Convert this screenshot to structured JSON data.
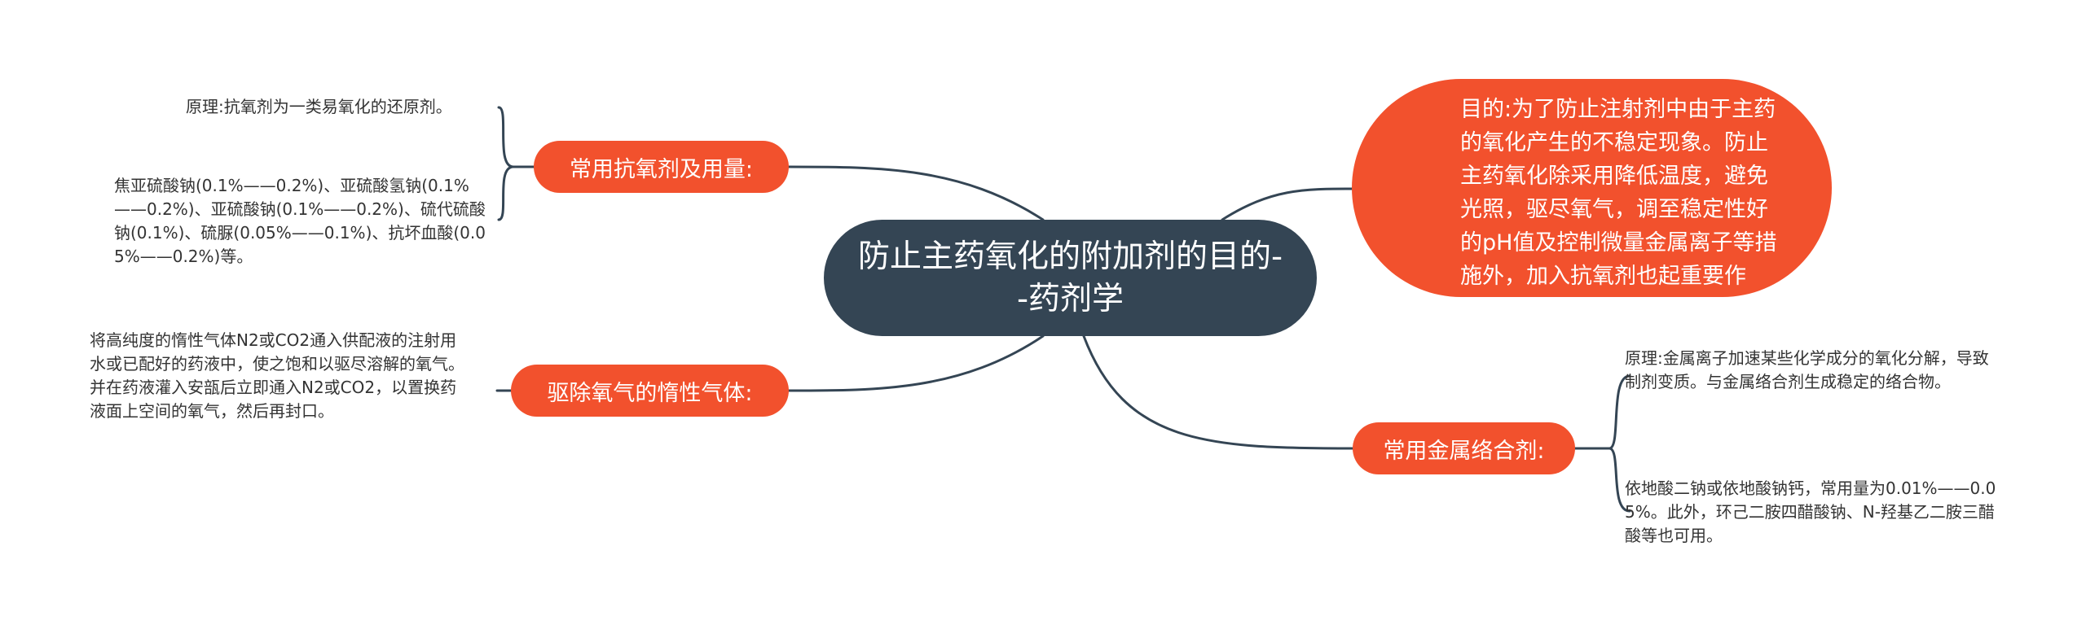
{
  "root": {
    "title": "防止主药氧化的附加剂的目的--药剂学"
  },
  "branches": {
    "antioxidants": {
      "label": "常用抗氧剂及用量:",
      "leaves": [
        "原理:抗氧剂为一类易氧化的还原剂。",
        "焦亚硫酸钠(0.1%——0.2%)、亚硫酸氢钠(0.1%——0.2%)、亚硫酸钠(0.1%——0.2%)、硫代硫酸钠(0.1%)、硫脲(0.05%——0.1%)、抗坏血酸(0.05%——0.2%)等。"
      ]
    },
    "inert_gas": {
      "label": "驱除氧气的惰性气体:",
      "leaves": [
        "将高纯度的惰性气体N2或CO2通入供配液的注射用水或已配好的药液中，使之饱和以驱尽溶解的氧气。并在药液灌入安瓿后立即通入N2或CO2，以置换药液面上空间的氧气，然后再封口。"
      ]
    },
    "purpose": {
      "text": "目的:为了防止注射剂中由于主药的氧化产生的不稳定现象。防止主药氧化除采用降低温度，避免光照，驱尽氧气，调至稳定性好的pH值及控制微量金属离子等措施外，加入抗氧剂也起重要作用。"
    },
    "chelators": {
      "label": "常用金属络合剂:",
      "leaves": [
        "原理:金属离子加速某些化学成分的氧化分解，导致制剂变质。与金属络合剂生成稳定的络合物。",
        "依地酸二钠或依地酸钠钙，常用量为0.01%——0.05%。此外，环己二胺四醋酸钠、N-羟基乙二胺三醋酸等也可用。"
      ]
    }
  },
  "colors": {
    "root": "#344554",
    "branch": "#f2512d",
    "line": "#344554",
    "text": "#333333"
  }
}
